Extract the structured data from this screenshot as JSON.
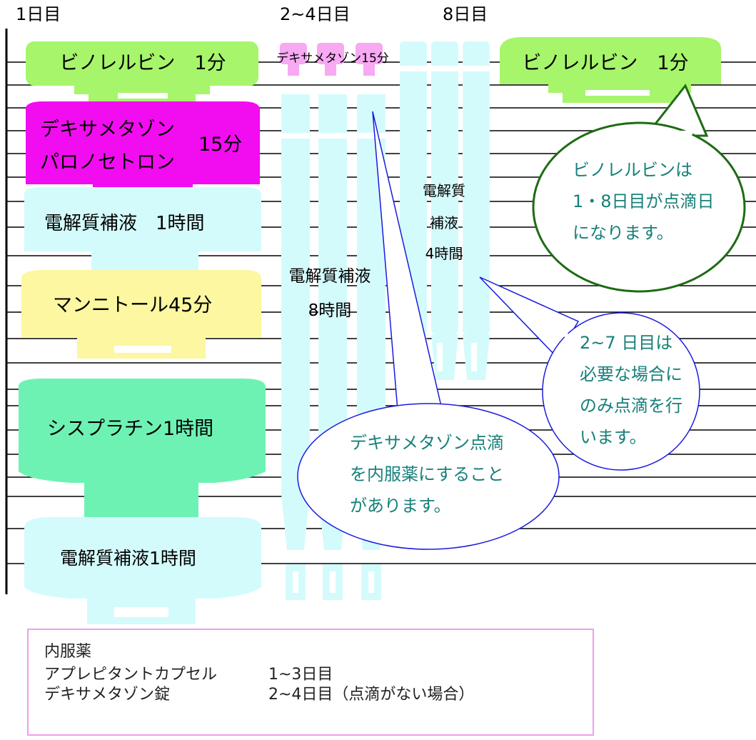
{
  "day_headers": {
    "day1": "1日目",
    "day2_4": "2~4日目",
    "day8": "8日目"
  },
  "day1_drips": {
    "vinorelbine": "ビノレルビン　1分",
    "dexa_line1": "デキサメタゾン",
    "dexa_line2": "パロノセトロン",
    "dexa_time": "15分",
    "electrolyte1": "電解質補液　1時間",
    "mannitol": "マンニトール45分",
    "cisplatin": "シスプラチン1時間",
    "electrolyte2": "電解質補液1時間"
  },
  "day2_4_drips": {
    "dexa": "デキサメタゾン15分",
    "electrolyte_line1": "電解質補液",
    "electrolyte_line2": "8時間"
  },
  "day8_drips": {
    "electrolyte_line1": "電解質",
    "electrolyte_line2": "補液",
    "electrolyte_line3": "4時間",
    "vinorelbine": "ビノレルビン　1分"
  },
  "callouts": {
    "vinorelbine": [
      "ビノレルビンは",
      "1・8日目が点滴日",
      "になります。"
    ],
    "day2_7": [
      "2~7 日目は",
      "必要な場合に",
      "のみ点滴を行",
      "います。"
    ],
    "dexa": [
      "デキサメタゾン点滴",
      "を内服薬にすること",
      "があります。"
    ]
  },
  "oral_meds": {
    "title": "内服薬",
    "rows": [
      {
        "name": "アプレピタントカプセル",
        "days": "1~3日目"
      },
      {
        "name": "デキサメタゾン錠",
        "days": "2~4日目（点滴がない場合）"
      }
    ]
  },
  "colors": {
    "vinorelbine": "#a6f56b",
    "dexa": "#f20df0",
    "dexa_small": "#f7a9f2",
    "electrolyte": "#d4fbfc",
    "mannitol": "#fcf7a0",
    "cisplatin": "#6ef2b4",
    "callout_green": "#1e6b14",
    "callout_blue": "#1a1ae0",
    "callout_text": "#17807a",
    "note_border": "#f29cf0"
  }
}
